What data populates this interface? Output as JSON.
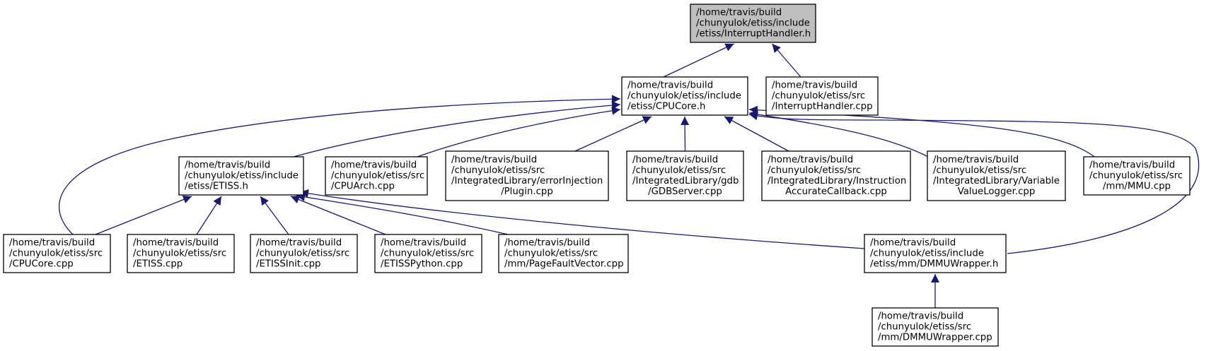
{
  "nodes": {
    "interrupt_handler_h": [
      "/home/travis/build",
      "/chunyulok/etiss/include",
      "/etiss/InterruptHandler.h"
    ],
    "cpucore_h": [
      "/home/travis/build",
      "/chunyulok/etiss/include",
      "/etiss/CPUCore.h"
    ],
    "interrupt_handler_cpp": [
      "/home/travis/build",
      "/chunyulok/etiss/src",
      "/InterruptHandler.cpp"
    ],
    "etiss_h": [
      "/home/travis/build",
      "/chunyulok/etiss/include",
      "/etiss/ETISS.h"
    ],
    "cpuarch_cpp": [
      "/home/travis/build",
      "/chunyulok/etiss/src",
      "/CPUArch.cpp"
    ],
    "error_injection_cpp": [
      "/home/travis/build",
      "/chunyulok/etiss/src",
      "/IntegratedLibrary/errorInjection",
      "/Plugin.cpp"
    ],
    "gdbserver_cpp": [
      "/home/travis/build",
      "/chunyulok/etiss/src",
      "/IntegratedLibrary/gdb",
      "/GDBServer.cpp"
    ],
    "instruction_cb_cpp": [
      "/home/travis/build",
      "/chunyulok/etiss/src",
      "/IntegratedLibrary/Instruction",
      "AccurateCallback.cpp"
    ],
    "variable_logger_cpp": [
      "/home/travis/build",
      "/chunyulok/etiss/src",
      "/IntegratedLibrary/Variable",
      "ValueLogger.cpp"
    ],
    "mmu_cpp": [
      "/home/travis/build",
      "/chunyulok/etiss/src",
      "/mm/MMU.cpp"
    ],
    "cpucore_cpp": [
      "/home/travis/build",
      "/chunyulok/etiss/src",
      "/CPUCore.cpp"
    ],
    "etiss_cpp": [
      "/home/travis/build",
      "/chunyulok/etiss/src",
      "/ETISS.cpp"
    ],
    "etissinit_cpp": [
      "/home/travis/build",
      "/chunyulok/etiss/src",
      "/ETISSInit.cpp"
    ],
    "etisspython_cpp": [
      "/home/travis/build",
      "/chunyulok/etiss/src",
      "/ETISSPython.cpp"
    ],
    "pagefault_cpp": [
      "/home/travis/build",
      "/chunyulok/etiss/src",
      "/mm/PageFaultVector.cpp"
    ],
    "dmmuwrapper_h": [
      "/home/travis/build",
      "/chunyulok/etiss/include",
      "/etiss/mm/DMMUWrapper.h"
    ],
    "dmmuwrapper_cpp": [
      "/home/travis/build",
      "/chunyulok/etiss/src",
      "/mm/DMMUWrapper.cpp"
    ]
  },
  "edges": [
    [
      "cpucore_h",
      "interrupt_handler_h"
    ],
    [
      "interrupt_handler_cpp",
      "interrupt_handler_h"
    ],
    [
      "cpucore_cpp",
      "cpucore_h"
    ],
    [
      "etiss_h",
      "cpucore_h"
    ],
    [
      "cpuarch_cpp",
      "cpucore_h"
    ],
    [
      "error_injection_cpp",
      "cpucore_h"
    ],
    [
      "gdbserver_cpp",
      "cpucore_h"
    ],
    [
      "instruction_cb_cpp",
      "cpucore_h"
    ],
    [
      "variable_logger_cpp",
      "cpucore_h"
    ],
    [
      "mmu_cpp",
      "cpucore_h"
    ],
    [
      "dmmuwrapper_h",
      "cpucore_h"
    ],
    [
      "cpucore_cpp",
      "etiss_h"
    ],
    [
      "etiss_cpp",
      "etiss_h"
    ],
    [
      "etissinit_cpp",
      "etiss_h"
    ],
    [
      "etisspython_cpp",
      "etiss_h"
    ],
    [
      "pagefault_cpp",
      "etiss_h"
    ],
    [
      "dmmuwrapper_h",
      "etiss_h"
    ],
    [
      "dmmuwrapper_cpp",
      "dmmuwrapper_h"
    ]
  ],
  "colors": {
    "edge": "#191970",
    "root_fill": "#bfbfbf",
    "node_fill": "#ffffff",
    "node_stroke": "#000000"
  }
}
